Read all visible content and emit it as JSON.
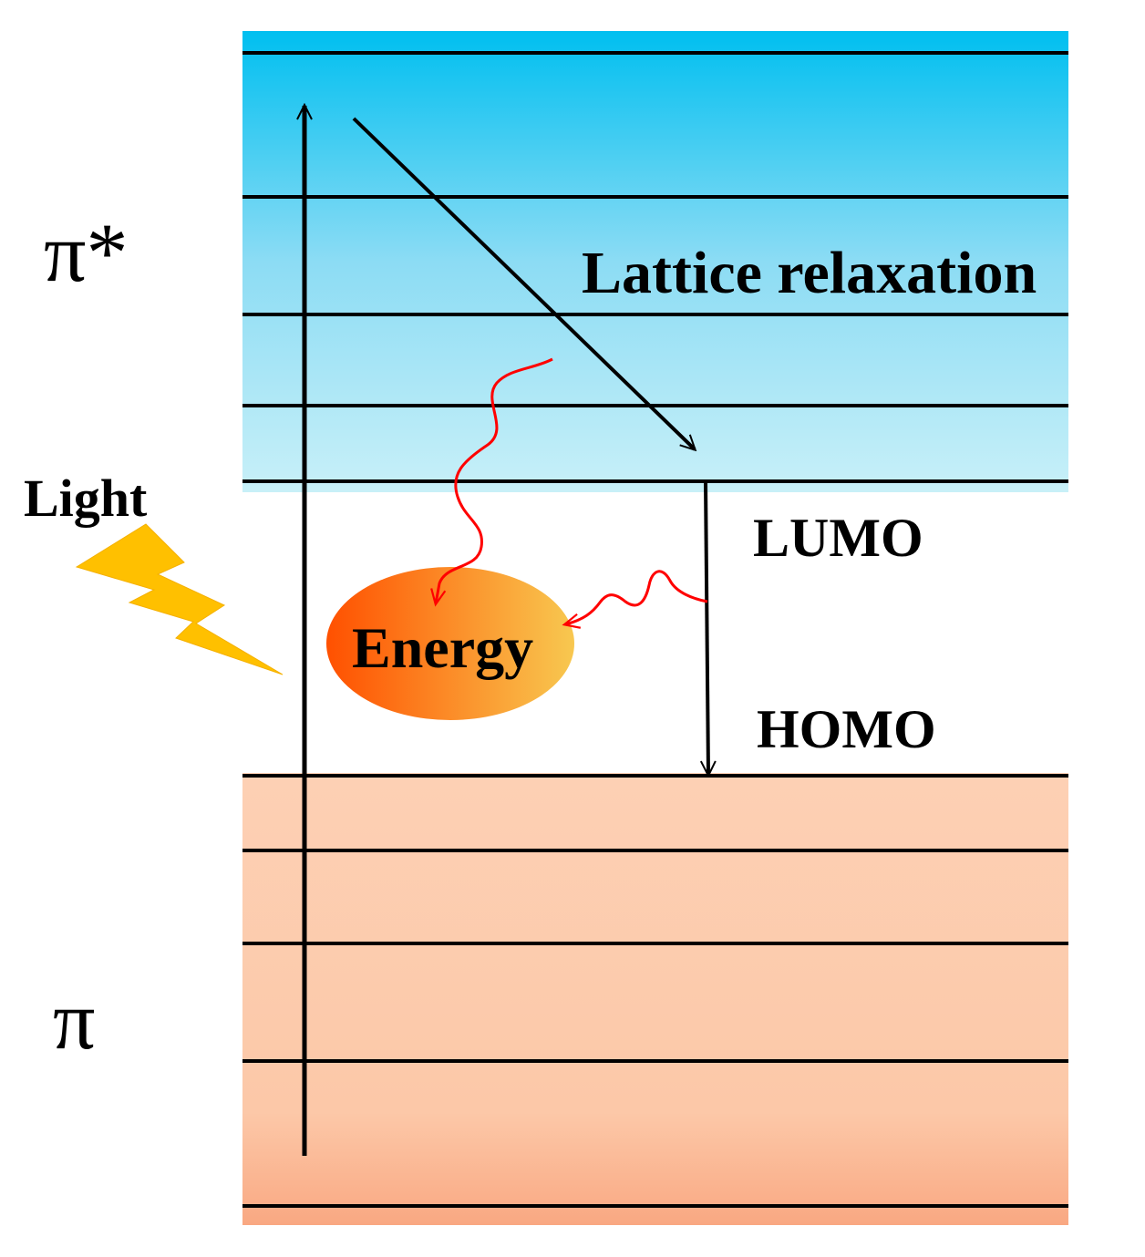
{
  "labels": {
    "pi_star": "π*",
    "pi": "π",
    "light": "Light",
    "lattice": "Lattice relaxation",
    "lumo": "LUMO",
    "homo": "HOMO",
    "energy": "Energy"
  },
  "colors": {
    "band_top_dark": "#00BFF0",
    "band_top_light": "#C8F0F8",
    "band_bottom_light": "#FDD0B4",
    "band_bottom_dark": "#F9A882",
    "lightning": "#FFC000",
    "heat_wave": "#FF0000",
    "energy_left": "#FF5000",
    "energy_right": "#F8C850",
    "line": "#000000"
  },
  "icons": {
    "lightning": "lightning-bolt-icon",
    "heat": "wavy-arrow-icon"
  }
}
